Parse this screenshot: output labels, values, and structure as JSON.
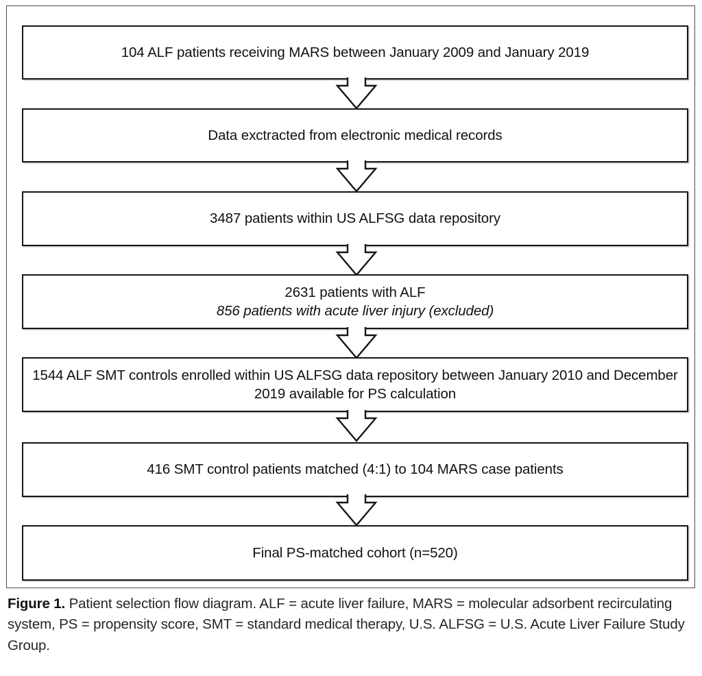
{
  "figure": {
    "boxes": [
      {
        "id": "box-1",
        "name": "flow-box-mars-cohort",
        "lines": [
          {
            "text": "104 ALF patients receiving MARS between January 2009 and January 2019",
            "style": "normal"
          }
        ]
      },
      {
        "id": "box-2",
        "name": "flow-box-data-extraction",
        "lines": [
          {
            "text": "Data exctracted from electronic medical records",
            "style": "normal"
          }
        ]
      },
      {
        "id": "box-3",
        "name": "flow-box-alfsg-repository",
        "lines": [
          {
            "text": "3487 patients within US ALFSG data repository",
            "style": "normal"
          }
        ]
      },
      {
        "id": "box-4",
        "name": "flow-box-alf-patients",
        "lines": [
          {
            "text": "2631 patients with ALF",
            "style": "normal"
          },
          {
            "text": "856 patients with acute liver injury (excluded)",
            "style": "italic"
          }
        ]
      },
      {
        "id": "box-5",
        "name": "flow-box-smt-controls",
        "lines": [
          {
            "text": "1544 ALF SMT controls enrolled within US ALFSG data repository between January 2010 and December 2019 available for PS calculation",
            "style": "normal-wrap"
          }
        ]
      },
      {
        "id": "box-6",
        "name": "flow-box-matched-controls",
        "lines": [
          {
            "text": "416 SMT control patients matched (4:1) to 104 MARS case patients",
            "style": "normal"
          }
        ]
      },
      {
        "id": "box-7",
        "name": "flow-box-final-cohort",
        "lines": [
          {
            "text": "Final PS-matched cohort (n=520)",
            "style": "normal"
          }
        ]
      }
    ],
    "arrows": [
      {
        "id": "arrow-1",
        "name": "flow-arrow-down-1"
      },
      {
        "id": "arrow-2",
        "name": "flow-arrow-down-2"
      },
      {
        "id": "arrow-3",
        "name": "flow-arrow-down-3"
      },
      {
        "id": "arrow-4",
        "name": "flow-arrow-down-4"
      },
      {
        "id": "arrow-5",
        "name": "flow-arrow-down-5"
      },
      {
        "id": "arrow-6",
        "name": "flow-arrow-down-6"
      }
    ],
    "caption": {
      "label": "Figure 1.",
      "text": " Patient selection flow diagram. ALF = acute liver failure, MARS = molecular adsorbent recirculating system, PS = propensity score, SMT = standard medical therapy, U.S. ALFSG = U.S. Acute Liver Failure Study Group."
    },
    "colors": {
      "box_border": "#161616",
      "frame_border": "#4a4a4a",
      "text": "#111111",
      "caption_text": "#262626",
      "background": "#ffffff"
    }
  }
}
